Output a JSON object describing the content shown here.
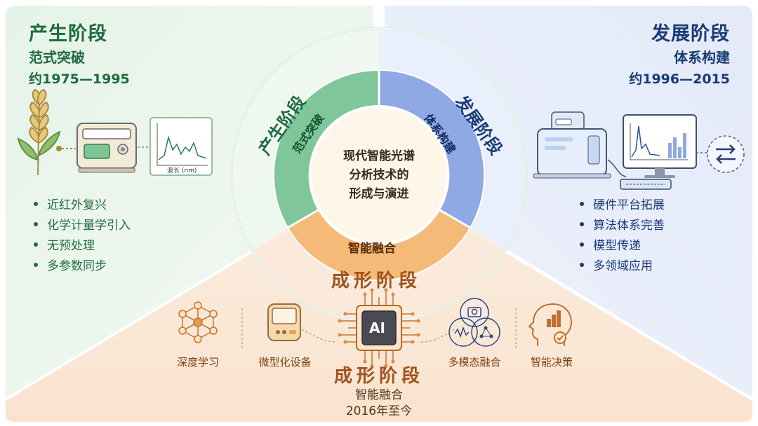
{
  "center": {
    "line1": "现代智能光谱",
    "line2": "分析技术的",
    "line3": "形成与演进"
  },
  "stage1": {
    "title": "产生阶段",
    "subtitle": "范式突破",
    "date": "约1975—1995",
    "ring_title": "产生阶段",
    "ring_sub": "范式突破",
    "items": [
      "近红外复兴",
      "化学计量学引入",
      "无预处理",
      "多参数同步"
    ],
    "graph_xlabel": "波长 (nm)",
    "color": "#1f6b3f"
  },
  "stage2": {
    "title": "发展阶段",
    "subtitle": "体系构建",
    "date": "约1996—2015",
    "ring_title": "发展阶段",
    "ring_sub": "体系构建",
    "items": [
      "硬件平台拓展",
      "算法体系完善",
      "模型传递",
      "多领域应用"
    ],
    "color": "#1b3b78"
  },
  "stage3": {
    "ring_sub": "智能融合",
    "ring_title": "成形阶段",
    "title": "成形阶段",
    "subtitle": "智能融合",
    "date": "2016年至今",
    "chip_label": "AI",
    "features": [
      "深度学习",
      "微型化设备",
      "多模态融合",
      "智能决策"
    ],
    "color": "#a0521c"
  },
  "icons": {
    "stage1": [
      "wheat-icon",
      "spectrometer-icon",
      "spectrum-graph-icon"
    ],
    "stage2": [
      "benchtop-spectrometer-icon",
      "computer-monitor-icon",
      "transfer-arrows-icon"
    ],
    "stage3": [
      "neural-network-icon",
      "handheld-device-icon",
      "ai-chip-icon",
      "multimodal-icon",
      "decision-head-icon"
    ]
  }
}
